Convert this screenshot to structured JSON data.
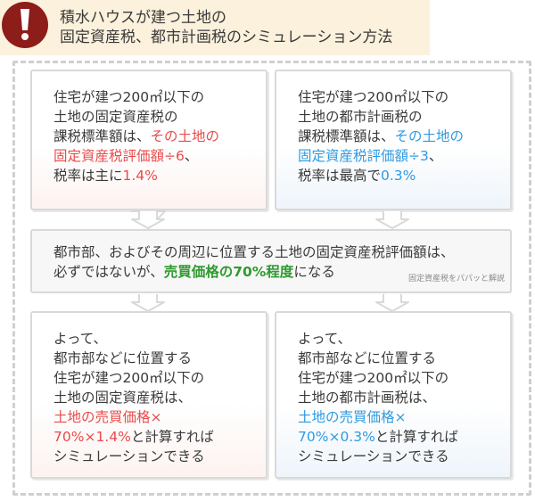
{
  "title": {
    "line1": "積水ハウスが建つ土地の",
    "line2": "固定資産税、都市計画税のシミュレーション方法"
  },
  "icons": {
    "alert": "exclamation-icon",
    "arrow": "down-chevron-icon"
  },
  "colors": {
    "red": "#e84b4b",
    "blue": "#2f9ae0",
    "green": "#2f9a2f",
    "alert": "#8c1d18"
  },
  "box_left_top": {
    "l1": "住宅が建つ200㎡以下の",
    "l2": "土地の固定資産税の",
    "l3_plain": "課税標準額は、",
    "l3_hl": "その土地の",
    "l4_hl": "固定資産税評価額÷6",
    "l4_plain": "、",
    "l5_plain": "税率は主に",
    "l5_hl": "1.4%"
  },
  "box_right_top": {
    "l1": "住宅が建つ200㎡以下の",
    "l2": "土地の都市計画税の",
    "l3_plain": "課税標準額は、",
    "l3_hl": "その土地の",
    "l4_hl": "固定資産税評価額÷3",
    "l4_plain": "、",
    "l5_plain": "税率は最高で",
    "l5_hl": "0.3%"
  },
  "box_middle": {
    "l1": "都市部、およびその周辺に位置する土地の固定資産税評価額は、",
    "l2_plain": "必ずではないが、",
    "l2_hl": "売買価格の70%程度",
    "l2_tail": "になる",
    "credit": "固定資産税をパパッと解説"
  },
  "box_left_bottom": {
    "l1": "よって、",
    "l2": "都市部などに位置する",
    "l3": "住宅が建つ200㎡以下の",
    "l4": "土地の固定資産税は、",
    "l5_hl": "土地の売買価格×",
    "l6_hl": "70%×1.4%",
    "l6_plain": "と計算すれば",
    "l7": "シミュレーションできる"
  },
  "box_right_bottom": {
    "l1": "よって、",
    "l2": "都市部などに位置する",
    "l3": "住宅が建つ200㎡以下の",
    "l4": "土地の都市計画税は、",
    "l5_hl": "土地の売買価格×",
    "l6_hl": "70%×0.3%",
    "l6_plain": "と計算すれば",
    "l7": "シミュレーションできる"
  }
}
